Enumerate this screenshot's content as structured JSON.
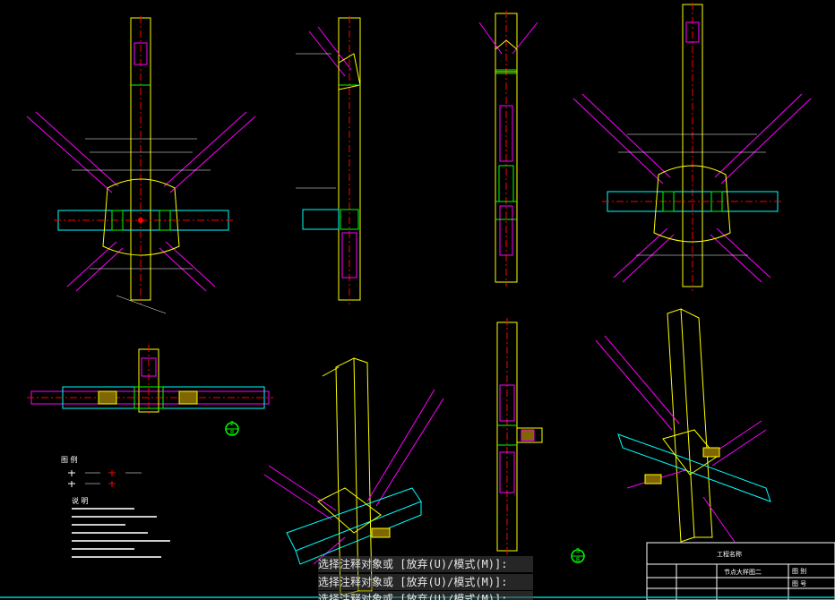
{
  "command_line": {
    "lines": [
      "选择注释对象或 [放弃(U)/模式(M)]:",
      "选择注释对象或 [放弃(U)/模式(M)]:",
      "选择注释对象或 [放弃(U)/模式(M)]:"
    ]
  },
  "detail_markers": [
    {
      "num": "2",
      "sheet": "8"
    },
    {
      "num": "3",
      "sheet": "8"
    }
  ],
  "legend": {
    "title": "图 例"
  },
  "notes": {
    "title": "说 明"
  },
  "title_block": {
    "project": "工程名称",
    "drawing": "节点大样图二",
    "label_a": "图 号",
    "label_b": "图 别"
  },
  "colors": {
    "background": "#000000",
    "column": "#ffff00",
    "brace": "#ff00ff",
    "beam": "#00ffff",
    "plate": "#00ff00",
    "dimension": "#ffffff",
    "centerline": "#ff0000"
  }
}
